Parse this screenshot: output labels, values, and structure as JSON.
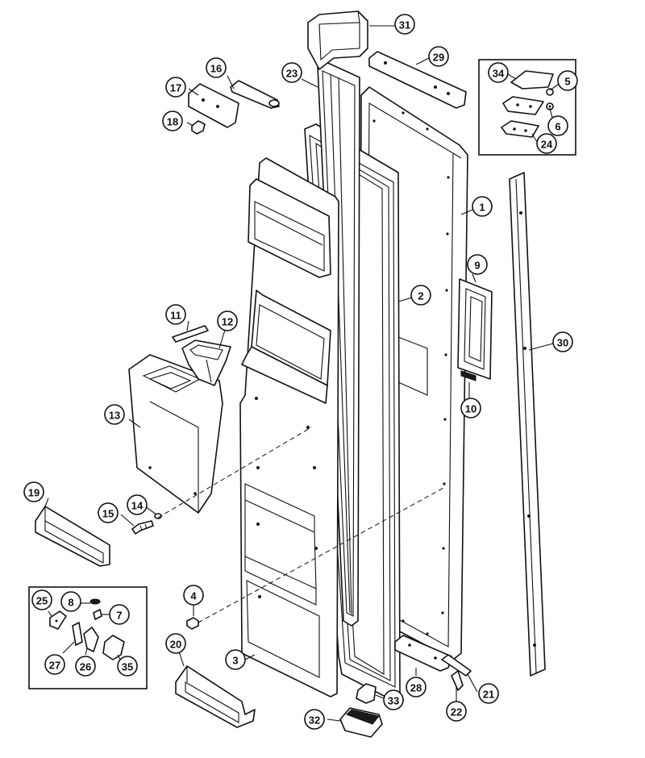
{
  "callouts": [
    "1",
    "2",
    "3",
    "4",
    "5",
    "6",
    "7",
    "8",
    "9",
    "10",
    "11",
    "12",
    "13",
    "14",
    "15",
    "16",
    "17",
    "18",
    "19",
    "20",
    "21",
    "22",
    "23",
    "24",
    "25",
    "26",
    "27",
    "28",
    "29",
    "30",
    "31",
    "32",
    "33",
    "34",
    "35"
  ],
  "colors": {
    "ink": "#111111",
    "paper": "#ffffff"
  }
}
